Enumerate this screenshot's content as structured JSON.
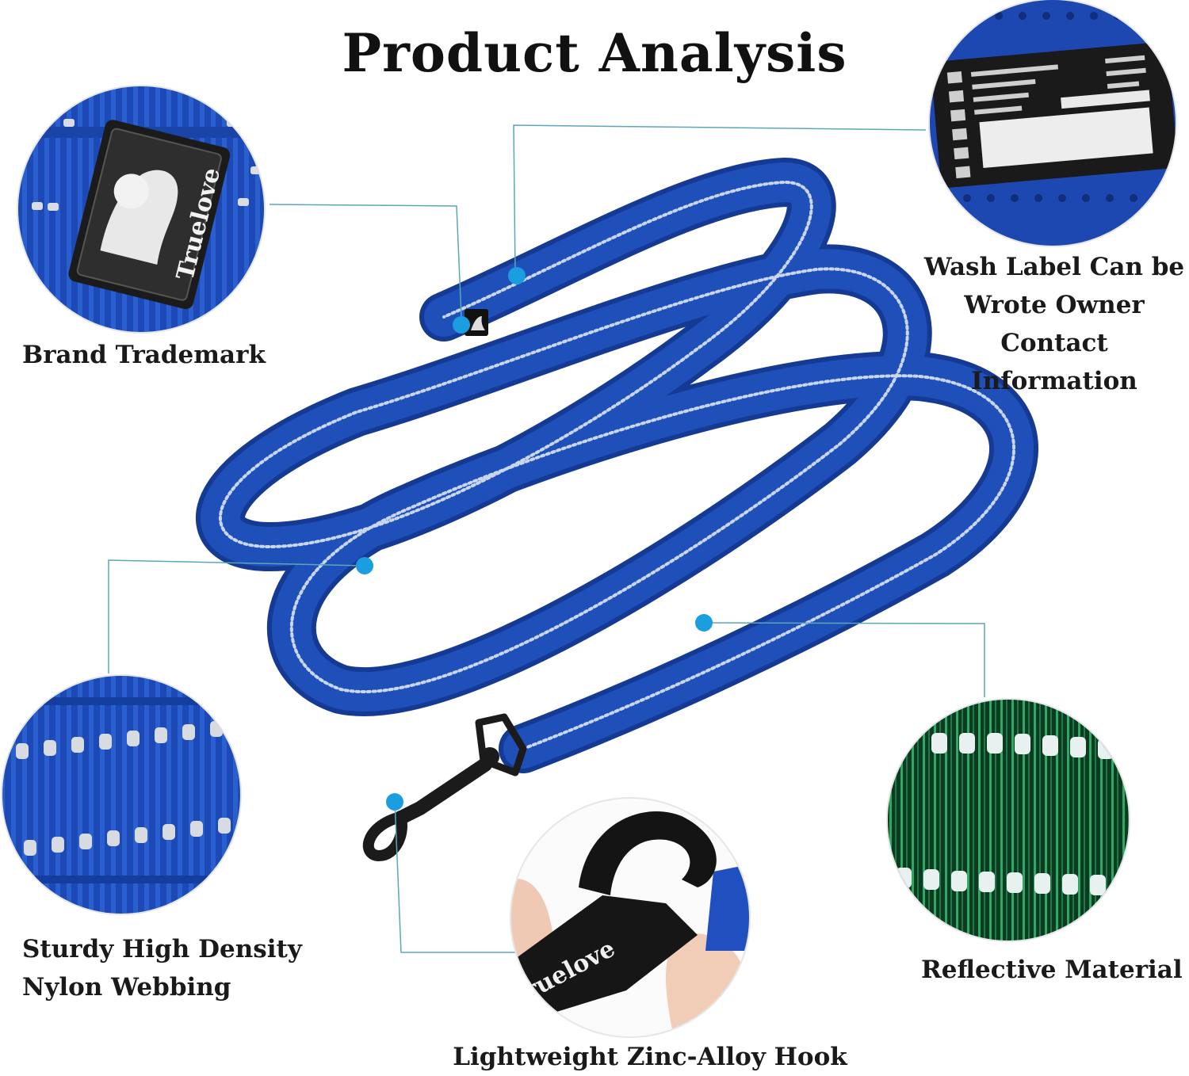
{
  "title": "Product Analysis",
  "colors": {
    "leash_blue": "#1f4fb8",
    "leash_dark": "#153a94",
    "callout_dot": "#1a9ee0",
    "callout_line": "#5aa7b8",
    "reflective_green": "#1f7a4a"
  },
  "callouts": {
    "brand": {
      "label": "Brand Trademark",
      "logo_text": "Truelove"
    },
    "wash": {
      "lines": [
        "Wash Label Can be",
        "Wrote Owner Contact",
        "Information"
      ]
    },
    "nylon": {
      "lines": [
        "Sturdy High Density",
        "Nylon Webbing"
      ]
    },
    "reflective": {
      "label": "Reflective Material"
    },
    "hook": {
      "label": "Lightweight Zinc-Alloy Hook",
      "logo_text": "ruelove"
    }
  }
}
